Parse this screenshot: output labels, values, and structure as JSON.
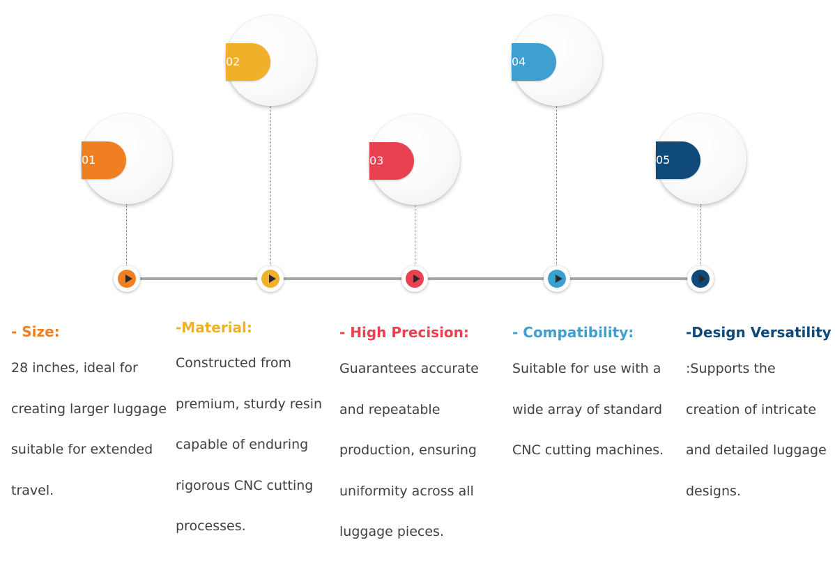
{
  "steps": [
    {
      "number": "01",
      "color": "#f07f22",
      "title": "- Size:",
      "text": "28 inches, ideal for creating larger luggage suitable for extended travel."
    },
    {
      "number": "02",
      "color": "#f0b02a",
      "title": "-Material:",
      "text": "Constructed from premium, sturdy resin capable of enduring rigorous CNC cutting processes."
    },
    {
      "number": "03",
      "color": "#e8414f",
      "title": "- High Precision:",
      "text": "Guarantees accurate and repeatable production, ensuring uniformity across all luggage pieces."
    },
    {
      "number": "04",
      "color": "#3e9fd0",
      "title": "- Compatibility:",
      "text": "Suitable for use with a wide array of standard CNC cutting machines."
    },
    {
      "number": "05",
      "color": "#0f4a7a",
      "title": "-Design Versatility",
      "text": ":Supports the creation of intricate and detailed luggage designs."
    }
  ]
}
